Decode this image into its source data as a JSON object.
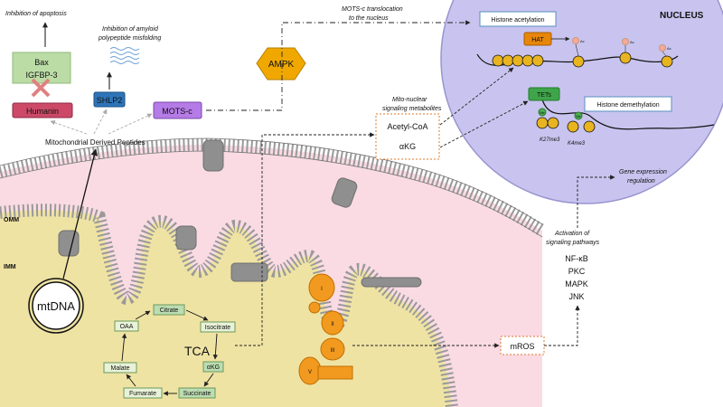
{
  "nucleus": {
    "title": "NUCLEUS"
  },
  "chromatin": {
    "histone_acetylation": "Histone acetylation",
    "histone_demethylation": "Histone demethylation",
    "hat": "HAT",
    "tets": "TETs",
    "ac": "Ac",
    "me": "Me",
    "k27me3": "K27me3",
    "k4me3": "K4me3"
  },
  "labels": {
    "inhibition_apoptosis": "Inhibition of apoptosis",
    "inhibition_amyloid_1": "Inhibition of amyloid",
    "inhibition_amyloid_2": "polypeptide misfolding",
    "mots_translocation_1": "MOTS-c translocation",
    "mots_translocation_2": "to the nucleus",
    "mito_nuclear_1": "Mito-nuclear",
    "mito_nuclear_2": "signaling metabolites",
    "mdp": "Mitochondrial Derived Peptides",
    "gene_expression_1": "Gene expression",
    "gene_expression_2": "regulation",
    "activation_1": "Activation of",
    "activation_2": "signaling pathways",
    "omm": "OMM",
    "imm": "IMM",
    "mtdna": "mtDNA",
    "tca": "TCA",
    "mros": "mROS"
  },
  "peptides": {
    "bax": "Bax",
    "igfbp3": "IGFBP-3",
    "humanin": "Humanin",
    "shlp2": "SHLP2",
    "motsc": "MOTS-c",
    "ampk": "AMPK"
  },
  "metabolites": [
    "Acetyl-CoA",
    "αKG"
  ],
  "pathways": [
    "NF-κB",
    "PKC",
    "MAPK",
    "JNK"
  ],
  "tca_cycle": {
    "citrate": "Citrate",
    "isocitrate": "Isocitrate",
    "akg": "αKG",
    "succinate": "Succinate",
    "fumarate": "Fumarate",
    "malate": "Malate",
    "oaa": "OAA"
  },
  "complexes": [
    "I",
    "",
    "II",
    "III",
    "V"
  ],
  "colors": {
    "nucleus": "#c8c4ef",
    "ims": "#fadbe4",
    "matrix": "#efe3a4",
    "ampk": "#f0a800",
    "humanin": "#cc4a68",
    "shlp2": "#2e74b8",
    "motsc": "#b57be6",
    "tca_green": "#bcdcb2",
    "tca_light": "#e8f2d8",
    "etc": "#f29a1f",
    "hat": "#e8860a",
    "tets": "#3fa54a"
  }
}
